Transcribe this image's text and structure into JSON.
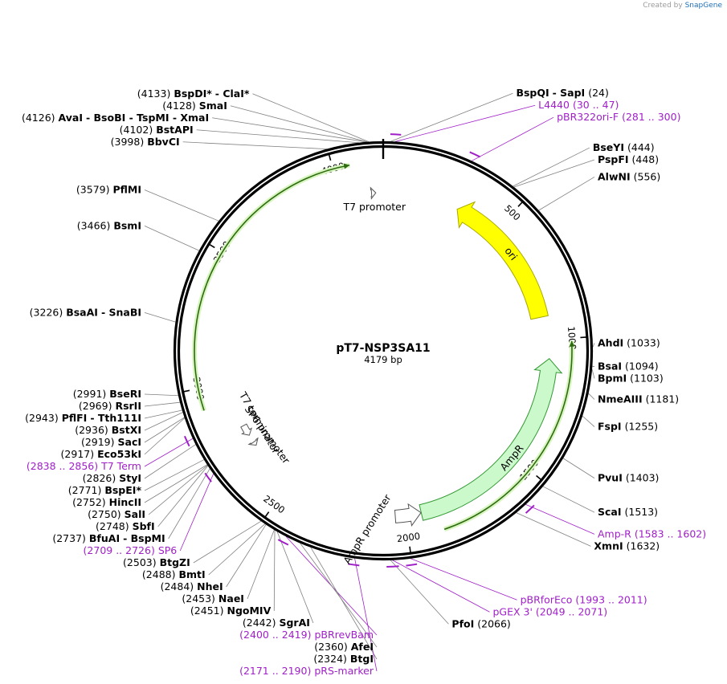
{
  "credit": {
    "prefix": "Created by",
    "brand": "SnapGene"
  },
  "plasmid": {
    "name": "pT7-NSP3SA11",
    "length_label": "4179 bp",
    "length": 4179
  },
  "ticks": [
    "500",
    "1000",
    "1500",
    "2000",
    "2500",
    "3000",
    "3500",
    "4000"
  ],
  "features": [
    {
      "label": "ori",
      "start": 320,
      "end": 905,
      "dir": -1,
      "color": "#ffff00",
      "stroke": "#a8a800"
    },
    {
      "label": "AmpR",
      "start": 1076,
      "end": 1936,
      "dir": -1,
      "color": "#ccf9cc",
      "stroke": "#339933"
    },
    {
      "label": "AmpR promoter",
      "start": 1937,
      "end": 2041,
      "dir": -1,
      "color": "#ffffff",
      "stroke": "#555555"
    },
    {
      "label": "T7 promoter",
      "start": 4130,
      "end": 4148,
      "dir": 1,
      "color": "#ffffff",
      "stroke": "#555555"
    },
    {
      "label": "T7 terminator",
      "start": 2760,
      "end": 2807,
      "dir": -1,
      "color": "#ffffff",
      "stroke": "#555555"
    },
    {
      "label": "SP6 promoter",
      "start": 2709,
      "end": 2726,
      "dir": -1,
      "color": "#ffffff",
      "stroke": "#555555"
    }
  ],
  "orfs": [
    {
      "start": 1010,
      "end": 1870,
      "dir": -1
    },
    {
      "start": 2920,
      "end": 4060,
      "dir": 1
    }
  ],
  "primer_marks": [
    {
      "start": 30,
      "end": 47
    },
    {
      "start": 281,
      "end": 300
    },
    {
      "start": 1583,
      "end": 1602
    },
    {
      "start": 1993,
      "end": 2011
    },
    {
      "start": 2049,
      "end": 2071
    },
    {
      "start": 2171,
      "end": 2190
    },
    {
      "start": 2400,
      "end": 2419
    },
    {
      "start": 2709,
      "end": 2726
    },
    {
      "start": 2838,
      "end": 2856
    }
  ],
  "labels": [
    {
      "pos": "(4133)",
      "name": "BspDI*",
      "extra": "- ClaI*",
      "at": 4133
    },
    {
      "pos": "(4128)",
      "name": "SmaI",
      "extra": "",
      "at": 4128
    },
    {
      "pos": "(4126)",
      "name": "AvaI",
      "extra": "- BsoBI - TspMI - XmaI",
      "at": 4126
    },
    {
      "pos": "(4102)",
      "name": "BstAPI",
      "extra": "",
      "at": 4102
    },
    {
      "pos": "(3998)",
      "name": "BbvCI",
      "extra": "",
      "at": 3998
    },
    {
      "pos": "(3579)",
      "name": "PflMI",
      "extra": "",
      "at": 3579
    },
    {
      "pos": "(3466)",
      "name": "BsmI",
      "extra": "",
      "at": 3466
    },
    {
      "pos": "(3226)",
      "name": "BsaAI",
      "extra": "- SnaBI",
      "at": 3226
    },
    {
      "pos": "(2991)",
      "name": "BseRI",
      "extra": "",
      "at": 2991
    },
    {
      "pos": "(2969)",
      "name": "RsrII",
      "extra": "",
      "at": 2969
    },
    {
      "pos": "(2943)",
      "name": "PflFI",
      "extra": "- Tth111I",
      "at": 2943
    },
    {
      "pos": "(2936)",
      "name": "BstXI",
      "extra": "",
      "at": 2936
    },
    {
      "pos": "(2919)",
      "name": "SacI",
      "extra": "",
      "at": 2919
    },
    {
      "pos": "(2917)",
      "name": "Eco53kI",
      "extra": "",
      "at": 2917
    },
    {
      "pos": "(2838 .. 2856)",
      "name": "T7 Term",
      "extra": "",
      "at": 2847,
      "primer": true
    },
    {
      "pos": "(2826)",
      "name": "StyI",
      "extra": "",
      "at": 2826
    },
    {
      "pos": "(2771)",
      "name": "BspEI*",
      "extra": "",
      "at": 2771
    },
    {
      "pos": "(2752)",
      "name": "HincII",
      "extra": "",
      "at": 2752
    },
    {
      "pos": "(2750)",
      "name": "SalI",
      "extra": "",
      "at": 2750
    },
    {
      "pos": "(2748)",
      "name": "SbfI",
      "extra": "",
      "at": 2748
    },
    {
      "pos": "(2737)",
      "name": "BfuAI",
      "extra": "- BspMI",
      "at": 2737
    },
    {
      "pos": "(2709 .. 2726)",
      "name": "SP6",
      "extra": "",
      "at": 2717,
      "primer": true
    },
    {
      "pos": "(2503)",
      "name": "BtgZI",
      "extra": "",
      "at": 2503
    },
    {
      "pos": "(2488)",
      "name": "BmtI",
      "extra": "",
      "at": 2488
    },
    {
      "pos": "(2484)",
      "name": "NheI",
      "extra": "",
      "at": 2484
    },
    {
      "pos": "(2453)",
      "name": "NaeI",
      "extra": "",
      "at": 2453
    },
    {
      "pos": "(2451)",
      "name": "NgoMIV",
      "extra": "",
      "at": 2451
    },
    {
      "pos": "(2442)",
      "name": "SgrAI",
      "extra": "",
      "at": 2442
    },
    {
      "pos": "(2400 .. 2419)",
      "name": "pBRrevBam",
      "extra": "",
      "at": 2410,
      "primer": true
    },
    {
      "pos": "(2360)",
      "name": "AfeI",
      "extra": "",
      "at": 2360
    },
    {
      "pos": "(2324)",
      "name": "BtgI",
      "extra": "",
      "at": 2324
    },
    {
      "pos": "(2171 .. 2190)",
      "name": "pRS-marker",
      "extra": "",
      "at": 2180,
      "primer": true
    },
    {
      "pos": "(2049 .. 2071)",
      "name": "pGEX 3'",
      "extra": "",
      "at": 2060,
      "primer": true
    },
    {
      "pos": "(2066)",
      "name": "PfoI",
      "extra": "",
      "at": 2066
    },
    {
      "pos": "(1993 .. 2011)",
      "name": "pBRforEco",
      "extra": "",
      "at": 2002,
      "primer": true
    },
    {
      "pos": "(1632)",
      "name": "XmnI",
      "extra": "",
      "at": 1632
    },
    {
      "pos": "(1583 .. 1602)",
      "name": "Amp-R",
      "extra": "",
      "at": 1592,
      "primer": true
    },
    {
      "pos": "(1513)",
      "name": "ScaI",
      "extra": "",
      "at": 1513
    },
    {
      "pos": "(1403)",
      "name": "PvuI",
      "extra": "",
      "at": 1403
    },
    {
      "pos": "(1255)",
      "name": "FspI",
      "extra": "",
      "at": 1255
    },
    {
      "pos": "(1181)",
      "name": "NmeAIII",
      "extra": "",
      "at": 1181
    },
    {
      "pos": "(1103)",
      "name": "BpmI",
      "extra": "",
      "at": 1103
    },
    {
      "pos": "(1094)",
      "name": "BsaI",
      "extra": "",
      "at": 1094
    },
    {
      "pos": "(1033)",
      "name": "AhdI",
      "extra": "",
      "at": 1033
    },
    {
      "pos": "(556)",
      "name": "AlwNI",
      "extra": "",
      "at": 556
    },
    {
      "pos": "(448)",
      "name": "PspFI",
      "extra": "",
      "at": 448
    },
    {
      "pos": "(444)",
      "name": "BseYI",
      "extra": "",
      "at": 444
    },
    {
      "pos": "(281 .. 300)",
      "name": "pBR322ori-F",
      "extra": "",
      "at": 290,
      "primer": true
    },
    {
      "pos": "(30 .. 47)",
      "name": "L4440",
      "extra": "",
      "at": 38,
      "primer": true
    },
    {
      "pos": "(24)",
      "name": "BspQI",
      "extra": "- SapI",
      "at": 24
    }
  ]
}
